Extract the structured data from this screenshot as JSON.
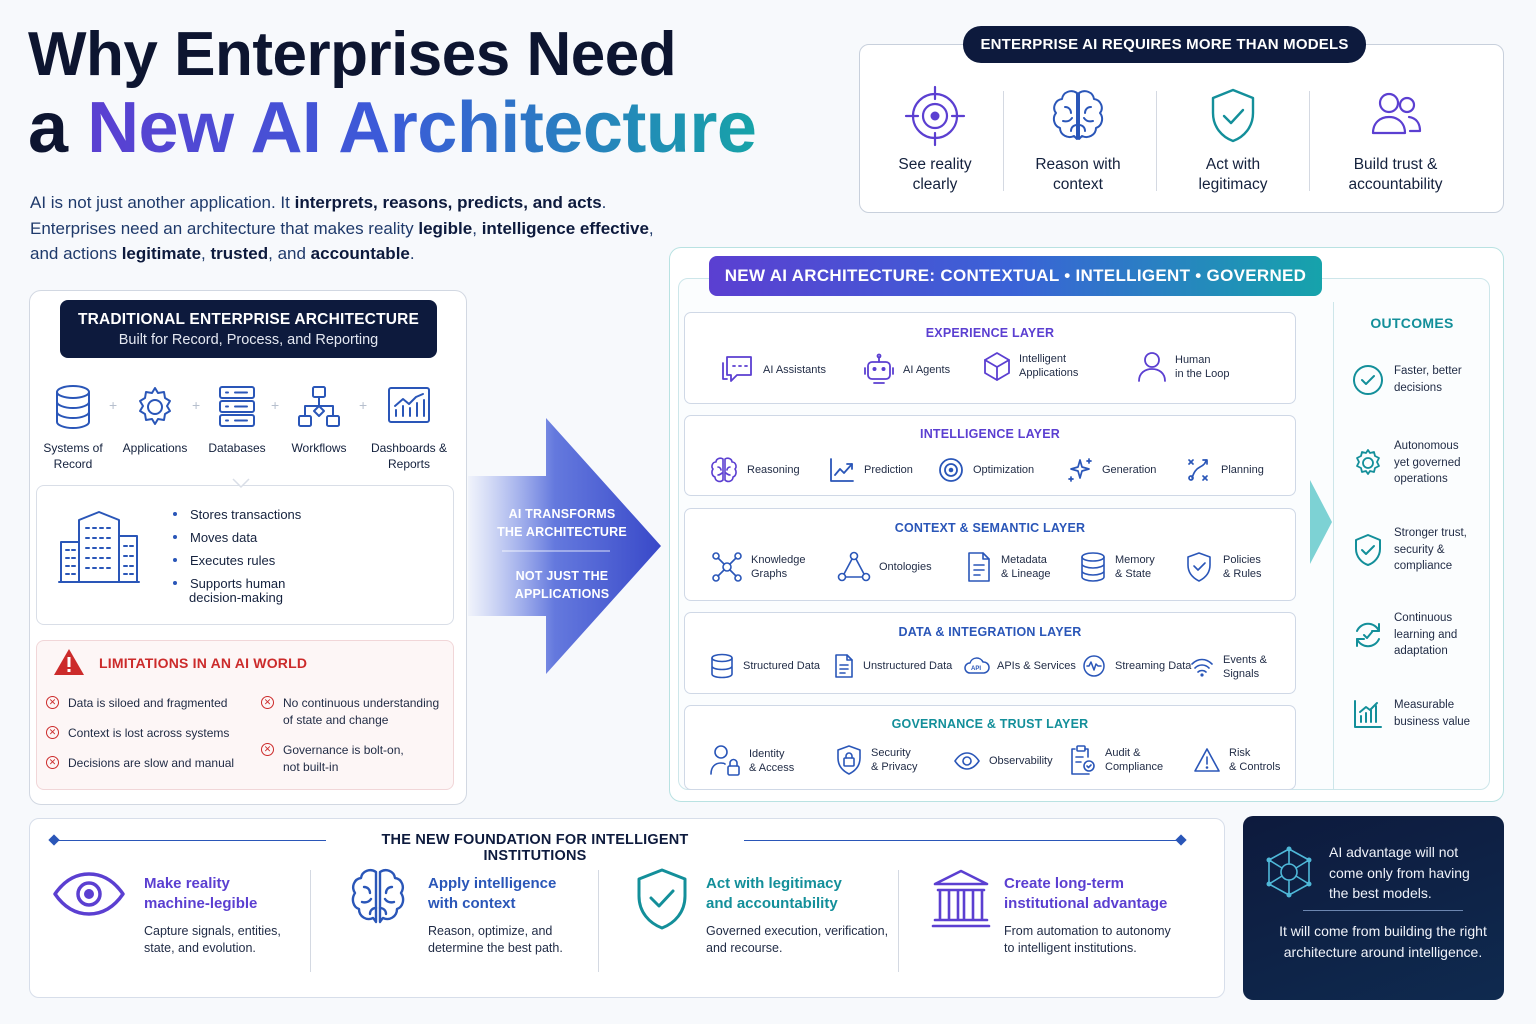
{
  "title": {
    "line1": "Why Enterprises Need",
    "line2_a": "a",
    "line2_b": "New AI Architecture"
  },
  "intro": {
    "p1": "AI is not just another application. It ",
    "p1b": "interprets, reasons, predicts, and acts",
    "p1c": ".",
    "p2": "Enterprises need an architecture that makes reality ",
    "p2b": "legible",
    "p2c": ", ",
    "p2d": "intelligence effective",
    "p2e": ",",
    "p3": "and actions ",
    "p3b": "legitimate",
    "p3c": ", ",
    "p3d": "trusted",
    "p3e": ", and ",
    "p3f": "accountable",
    "p3g": "."
  },
  "requires": {
    "heading": "ENTERPRISE AI REQUIRES MORE THAN MODELS",
    "items": [
      {
        "l1": "See reality",
        "l2": "clearly",
        "icon": "target-icon"
      },
      {
        "l1": "Reason with",
        "l2": "context",
        "icon": "brain-icon"
      },
      {
        "l1": "Act with",
        "l2": "legitimacy",
        "icon": "shield-check-icon"
      },
      {
        "l1": "Build trust &",
        "l2": "accountability",
        "icon": "users-icon"
      }
    ]
  },
  "traditional": {
    "heading": "TRADITIONAL ENTERPRISE ARCHITECTURE",
    "subheading": "Built for Record, Process, and Reporting",
    "items": [
      {
        "l1": "Systems of",
        "l2": "Record"
      },
      {
        "l1": "Applications",
        "l2": ""
      },
      {
        "l1": "Databases",
        "l2": ""
      },
      {
        "l1": "Workflows",
        "l2": ""
      },
      {
        "l1": "Dashboards &",
        "l2": "Reports"
      }
    ],
    "plus": "+",
    "bullets": [
      "Stores transactions",
      "Moves data",
      "Executes rules",
      "Supports human",
      "decision-making"
    ],
    "limitations_title": "LIMITATIONS IN AN AI WORLD",
    "limitations": [
      {
        "l1": "Data is siloed and fragmented",
        "l2": ""
      },
      {
        "l1": "Context is lost across systems",
        "l2": ""
      },
      {
        "l1": "Decisions are slow and manual",
        "l2": ""
      },
      {
        "l1": "No continuous understanding",
        "l2": "of state and change"
      },
      {
        "l1": "Governance is bolt-on,",
        "l2": "not built-in"
      }
    ]
  },
  "arrow": {
    "t1a": "AI TRANSFORMS",
    "t1b": "THE ARCHITECTURE",
    "t2a": "NOT JUST THE",
    "t2b": "APPLICATIONS"
  },
  "architecture": {
    "heading": "NEW AI ARCHITECTURE: CONTEXTUAL • INTELLIGENT • GOVERNED",
    "layers": [
      {
        "name": "EXPERIENCE LAYER",
        "items": [
          {
            "l1": "AI Assistants",
            "l2": ""
          },
          {
            "l1": "AI Agents",
            "l2": ""
          },
          {
            "l1": "Intelligent",
            "l2": "Applications"
          },
          {
            "l1": "Human",
            "l2": "in the Loop"
          }
        ]
      },
      {
        "name": "INTELLIGENCE LAYER",
        "items": [
          {
            "l1": "Reasoning",
            "l2": ""
          },
          {
            "l1": "Prediction",
            "l2": ""
          },
          {
            "l1": "Optimization",
            "l2": ""
          },
          {
            "l1": "Generation",
            "l2": ""
          },
          {
            "l1": "Planning",
            "l2": ""
          }
        ]
      },
      {
        "name": "CONTEXT & SEMANTIC LAYER",
        "items": [
          {
            "l1": "Knowledge",
            "l2": "Graphs"
          },
          {
            "l1": "Ontologies",
            "l2": ""
          },
          {
            "l1": "Metadata",
            "l2": "& Lineage"
          },
          {
            "l1": "Memory",
            "l2": "& State"
          },
          {
            "l1": "Policies",
            "l2": "& Rules"
          }
        ]
      },
      {
        "name": "DATA & INTEGRATION LAYER",
        "items": [
          {
            "l1": "Structured Data",
            "l2": ""
          },
          {
            "l1": "Unstructured Data",
            "l2": ""
          },
          {
            "l1": "APIs & Services",
            "l2": ""
          },
          {
            "l1": "Streaming Data",
            "l2": ""
          },
          {
            "l1": "Events & Signals",
            "l2": ""
          }
        ]
      },
      {
        "name": "GOVERNANCE & TRUST LAYER",
        "items": [
          {
            "l1": "Identity",
            "l2": "& Access"
          },
          {
            "l1": "Security",
            "l2": "& Privacy"
          },
          {
            "l1": "Observability",
            "l2": ""
          },
          {
            "l1": "Audit &",
            "l2": "Compliance"
          },
          {
            "l1": "Risk",
            "l2": "& Controls"
          }
        ]
      }
    ]
  },
  "outcomes": {
    "heading": "OUTCOMES",
    "items": [
      {
        "l1": "Faster, better",
        "l2": "decisions",
        "l3": ""
      },
      {
        "l1": "Autonomous",
        "l2": "yet governed",
        "l3": "operations"
      },
      {
        "l1": "Stronger trust,",
        "l2": "security &",
        "l3": "compliance"
      },
      {
        "l1": "Continuous",
        "l2": "learning and",
        "l3": "adaptation"
      },
      {
        "l1": "Measurable",
        "l2": "business value",
        "l3": ""
      }
    ]
  },
  "foundation": {
    "heading": "THE NEW FOUNDATION FOR INTELLIGENT INSTITUTIONS",
    "items": [
      {
        "h1": "Make reality",
        "h2": "machine-legible",
        "d1": "Capture signals, entities,",
        "d2": "state, and evolution."
      },
      {
        "h1": "Apply intelligence",
        "h2": "with context",
        "d1": "Reason, optimize, and",
        "d2": "determine the best path."
      },
      {
        "h1": "Act with legitimacy",
        "h2": "and accountability",
        "d1": "Governed execution, verification,",
        "d2": "and recourse."
      },
      {
        "h1": "Create long-term",
        "h2": "institutional advantage",
        "d1": "From automation to autonomy",
        "d2": "to intelligent institutions."
      }
    ]
  },
  "closing": {
    "q1": "AI advantage will not come only from having the best models.",
    "q2": "It will come from building the right architecture around intelligence."
  },
  "colors": {
    "purple": "#5b3fd1",
    "blue": "#2a56b8",
    "teal": "#138f9a",
    "navy": "#0d1a3d",
    "red": "#cc2b2b"
  }
}
